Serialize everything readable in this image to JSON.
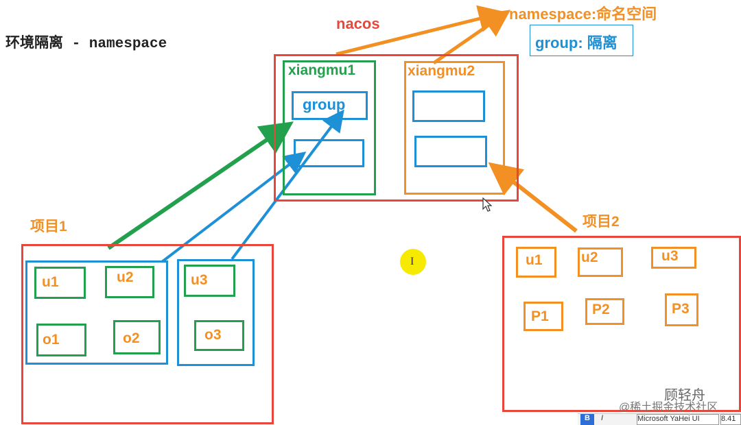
{
  "header": {
    "partial_title": "",
    "title": "环境隔离 - namespace"
  },
  "nacos": {
    "label": "nacos",
    "namespace_label": "namespace:命名空间",
    "group_legend": "group: 隔离"
  },
  "xiangmu1": {
    "label": "xiangmu1",
    "group_label": "group"
  },
  "xiangmu2": {
    "label": "xiangmu2"
  },
  "project1": {
    "label": "项目1",
    "items": [
      "u1",
      "u2",
      "o1",
      "o2",
      "u3",
      "o3"
    ]
  },
  "project2": {
    "label": "项目2",
    "items": [
      "u1",
      "u2",
      "u3",
      "P1",
      "P2",
      "P3"
    ]
  },
  "watermark": {
    "name": "顾轻舟",
    "community": "@稀土掘金技术社区"
  },
  "toolbar": {
    "bold": "B",
    "italic": "I",
    "font": "Microsoft YaHei UI",
    "size": "8.41"
  },
  "colors": {
    "red": "#e8463a",
    "green": "#23a04d",
    "blue": "#1e90d6",
    "orange": "#f29023"
  }
}
